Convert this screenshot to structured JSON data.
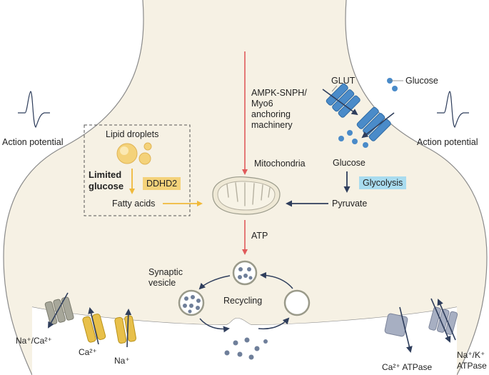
{
  "labels": {
    "action_potential_left": "Action potential",
    "action_potential_right": "Action potential",
    "lipid_droplets": "Lipid droplets",
    "limited_glucose_1": "Limited",
    "limited_glucose_2": "glucose",
    "ddhd2": "DDHD2",
    "fatty_acids": "Fatty acids",
    "anchoring_1": "AMPK-SNPH/",
    "anchoring_2": "Myo6",
    "anchoring_3": "anchoring",
    "anchoring_4": "machinery",
    "mitochondria": "Mitochondria",
    "glut": "GLUT",
    "glucose_outside": "Glucose",
    "glucose_inside": "Glucose",
    "glycolysis": "Glycolysis",
    "pyruvate": "Pyruvate",
    "atp": "ATP",
    "synaptic_vesicle_1": "Synaptic",
    "synaptic_vesicle_2": "vesicle",
    "recycling": "Recycling",
    "na_ca": "Na⁺/Ca²⁺",
    "ca": "Ca²⁺",
    "na": "Na⁺",
    "ca_atpase": "Ca²⁺ ATPase",
    "na_k_1": "Na⁺/K⁺",
    "na_k_2": "ATPase"
  },
  "colors": {
    "membrane_fill": "#f6f1e4",
    "membrane_stroke": "#8a8a8a",
    "red_arrow": "#e05a5a",
    "navy_arrow": "#2f3e5c",
    "yellow_arrow": "#f0b93a",
    "glut_blue": "#4a8bc9",
    "lipid_yellow": "#f4d27a",
    "vesicle_dot": "#6f7f9a",
    "channel_yellow": "#e8c04a",
    "channel_grey": "#a7a79a",
    "pump_grey": "#a7afc2"
  }
}
